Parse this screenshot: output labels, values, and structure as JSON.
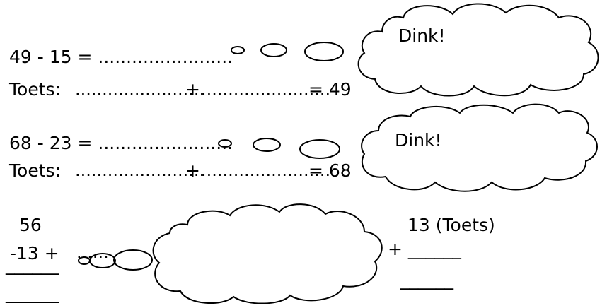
{
  "problem1": {
    "equation": "49 - 15 = ........................",
    "check_label": "Toets:",
    "check_first": "........................",
    "plus": "+",
    "check_second": "........................",
    "check_result": "= 49",
    "cloud_text": "Dink!"
  },
  "problem2": {
    "equation": "68 - 23 = ........................",
    "check_label": "Toets:",
    "check_first": "........................",
    "plus": "+",
    "check_second": "........................",
    "check_result": "= 68",
    "cloud_text": "Dink!"
  },
  "problem3": {
    "top_number": "56",
    "subtract_line": "-13 +",
    "dots": "......",
    "answer_line_1": "______",
    "answer_line_2": "______",
    "check_number": "13 (Toets)",
    "check_plus_line": "+ ______",
    "check_answer_line": "______"
  }
}
